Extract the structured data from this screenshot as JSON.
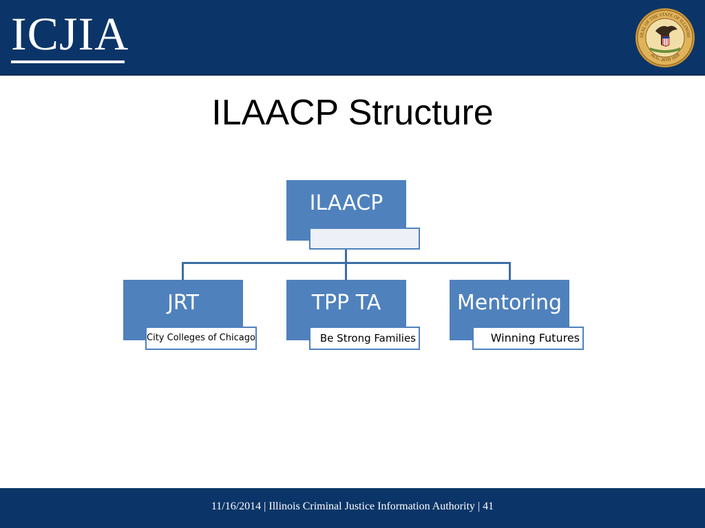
{
  "header": {
    "logo_text": "ICJIA",
    "seal": {
      "ring_text_top": "SEAL OF THE STATE OF ILLINOIS",
      "ring_text_bottom": "AUG. 26TH 1818"
    }
  },
  "title": "ILAACP Structure",
  "org_chart": {
    "root": {
      "label": "ILAACP",
      "sublabel": ""
    },
    "children": [
      {
        "label": "JRT",
        "sublabel": "City Colleges of Chicago"
      },
      {
        "label": "TPP TA",
        "sublabel": "Be Strong Families"
      },
      {
        "label": "Mentoring",
        "sublabel": "Winning Futures"
      }
    ]
  },
  "footer": {
    "date": "11/16/2014",
    "separator": "|",
    "organization": "Illinois Criminal Justice Information Authority",
    "page_number": "41",
    "full_text": "11/16/2014 | Illinois Criminal Justice Information Authority | 41"
  },
  "colors": {
    "header_bg": "#0b3568",
    "node_fill": "#4f81bd",
    "connector": "#3b6ea5",
    "seal_gold": "#c8963a"
  }
}
